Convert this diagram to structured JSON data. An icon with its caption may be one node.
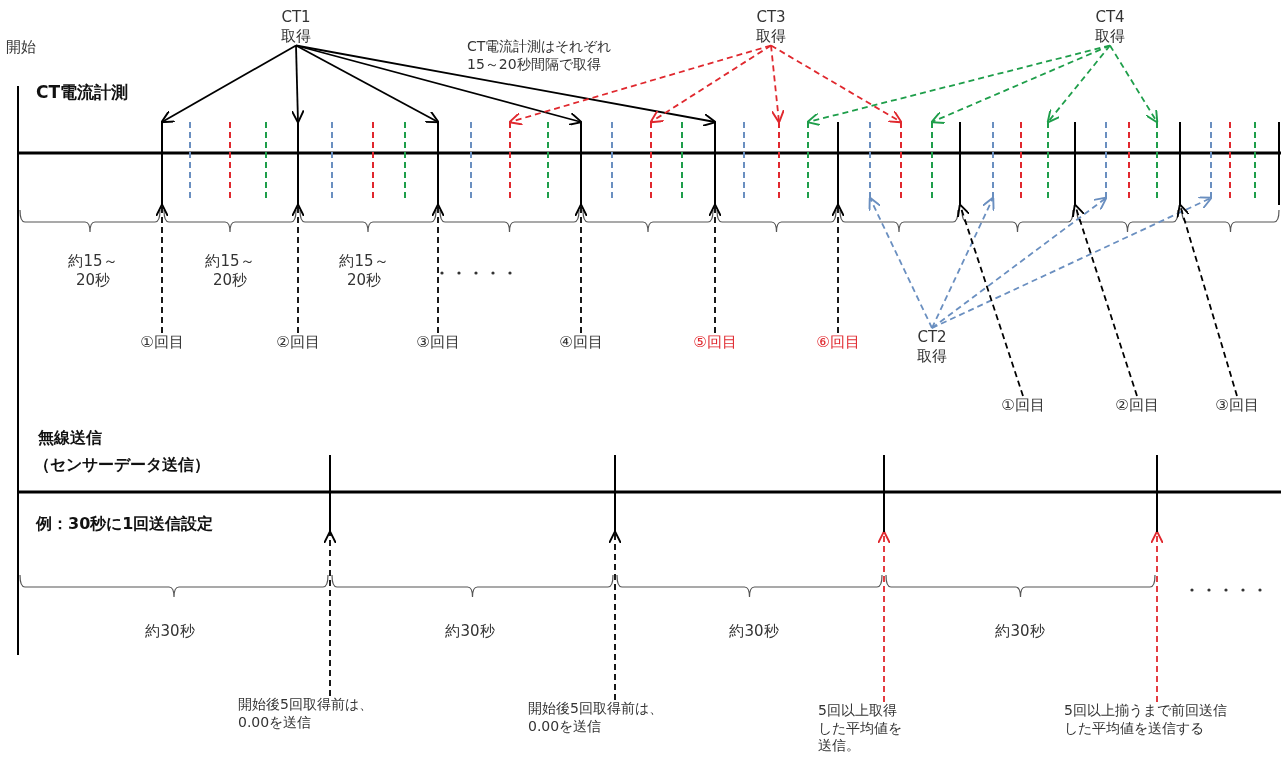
{
  "diagram": {
    "nodes": [
      {
        "text": [
          "CT1取得"
        ]
      },
      {
        "text": [
          "CT3取得"
        ]
      },
      {
        "text": [
          "CT4取得"
        ]
      },
      {
        "text": [],
        "shape": "bar"
      },
      {
        "text": [],
        "shape": "bar"
      },
      {
        "text": [],
        "shape": "bar"
      },
      {
        "text": [],
        "shape": "bar"
      },
      {
        "text": [],
        "shape": "bar"
      },
      {
        "text": [],
        "shape": "bar"
      },
      {
        "text": [],
        "shape": "bar"
      },
      {
        "text": [],
        "shape": "bar"
      },
      {
        "text": [],
        "shape": "bar"
      },
      {
        "text": [],
        "shape": "bar"
      },
      {
        "text": [],
        "shape": "bar"
      },
      {
        "text": [],
        "shape": "bar"
      },
      {
        "text": [],
        "shape": "bar"
      },
      {
        "text": [],
        "shape": "bar"
      },
      {
        "text": [],
        "shape": "bar"
      },
      {
        "text": [],
        "shape": "bar"
      },
      {
        "text": [],
        "shape": "bar"
      },
      {
        "text": [],
        "shape": "bar"
      },
      {
        "text": [],
        "shape": "bar"
      },
      {
        "text": [],
        "shape": "bar"
      },
      {
        "text": [],
        "shape": "bar"
      },
      {
        "text": [
          "①回目"
        ]
      },
      {
        "text": [
          "②回目"
        ]
      },
      {
        "text": [
          "③回目"
        ]
      },
      {
        "text": [
          "④回目"
        ]
      },
      {
        "text": [
          "⑤回目"
        ]
      },
      {
        "text": [
          "⑥回目"
        ]
      },
      {
        "text": [
          "CT2取得"
        ]
      },
      {
        "text": [
          "①回目"
        ]
      },
      {
        "text": [
          "②回目"
        ]
      },
      {
        "text": [
          "③回目"
        ]
      },
      {
        "text": [],
        "shape": "bar"
      },
      {
        "text": [],
        "shape": "bar"
      },
      {
        "text": [],
        "shape": "bar"
      },
      {
        "text": [],
        "shape": "bar"
      },
      {
        "text": [
          "開始後5回取得前は、0.00を送信"
        ]
      },
      {
        "text": [
          "開始後5回取得前は、0.00を送信"
        ]
      },
      {
        "text": [
          "5回以上取得した平均値を送信。"
        ]
      },
      {
        "text": [
          "5回以上揃うまで前回送信した平均値を送信する"
        ]
      }
    ],
    "edges": [
      {
        "from": 0,
        "to": 3,
        "arrow": "to"
      },
      {
        "from": 0,
        "to": 4,
        "arrow": "to"
      },
      {
        "from": 0,
        "to": 5,
        "arrow": "to"
      },
      {
        "from": 0,
        "to": 7,
        "arrow": "to"
      },
      {
        "from": 0,
        "to": 9,
        "arrow": "to"
      },
      {
        "from": 1,
        "to": 6,
        "arrow": "to",
        "style": "dashed",
        "color": "#e0282e"
      },
      {
        "from": 1,
        "to": 8,
        "arrow": "to",
        "style": "dashed",
        "color": "#e0282e"
      },
      {
        "from": 1,
        "to": 10,
        "arrow": "to",
        "style": "dashed",
        "color": "#e0282e"
      },
      {
        "from": 1,
        "to": 14,
        "arrow": "to",
        "style": "dashed",
        "color": "#e0282e"
      },
      {
        "from": 2,
        "to": 11,
        "arrow": "to",
        "style": "dashed",
        "color": "#1e9e4a"
      },
      {
        "from": 2,
        "to": 15,
        "arrow": "to",
        "style": "dashed",
        "color": "#1e9e4a"
      },
      {
        "from": 2,
        "to": 18,
        "arrow": "to",
        "style": "dashed",
        "color": "#1e9e4a"
      },
      {
        "from": 2,
        "to": 21,
        "arrow": "to",
        "style": "dashed",
        "color": "#1e9e4a"
      },
      {
        "from": 30,
        "to": 13,
        "arrow": "to",
        "style": "dashed",
        "color": "#6a8fc0"
      },
      {
        "from": 30,
        "to": 17,
        "arrow": "to",
        "style": "dashed",
        "color": "#6a8fc0"
      },
      {
        "from": 30,
        "to": 20,
        "arrow": "to",
        "style": "dashed",
        "color": "#6a8fc0"
      },
      {
        "from": 30,
        "to": 23,
        "arrow": "to",
        "style": "dashed",
        "color": "#6a8fc0"
      },
      {
        "from": 24,
        "to": 3,
        "arrow": "to",
        "style": "dashed"
      },
      {
        "from": 25,
        "to": 4,
        "arrow": "to",
        "style": "dashed"
      },
      {
        "from": 26,
        "to": 5,
        "arrow": "to",
        "style": "dashed"
      },
      {
        "from": 27,
        "to": 7,
        "arrow": "to",
        "style": "dashed"
      },
      {
        "from": 28,
        "to": 9,
        "arrow": "to",
        "style": "dashed"
      },
      {
        "from": 29,
        "to": 12,
        "arrow": "to",
        "style": "dashed"
      },
      {
        "from": 31,
        "to": 16,
        "arrow": "to",
        "style": "dashed"
      },
      {
        "from": 32,
        "to": 19,
        "arrow": "to",
        "style": "dashed"
      },
      {
        "from": 33,
        "to": 22,
        "arrow": "to",
        "style": "dashed"
      },
      {
        "from": 38,
        "to": 34,
        "arrow": "to",
        "style": "dashed"
      },
      {
        "from": 39,
        "to": 35,
        "arrow": "to",
        "style": "dashed"
      },
      {
        "from": 40,
        "to": 36,
        "arrow": "to",
        "style": "dashed",
        "color": "#e0282e"
      },
      {
        "from": 41,
        "to": 37,
        "arrow": "to",
        "style": "dashed",
        "color": "#e0282e"
      }
    ],
    "labels": [
      "開始",
      "CT電流計測はそれぞれ15～20秒間隔で取得",
      "CT電流計測",
      "約15～20秒",
      "約15～20秒",
      "約15～20秒",
      "無線送信",
      "（センサーデータ送信）",
      "例：30秒に1回送信設定",
      "約30秒",
      "約30秒",
      "約30秒",
      "約30秒"
    ]
  }
}
